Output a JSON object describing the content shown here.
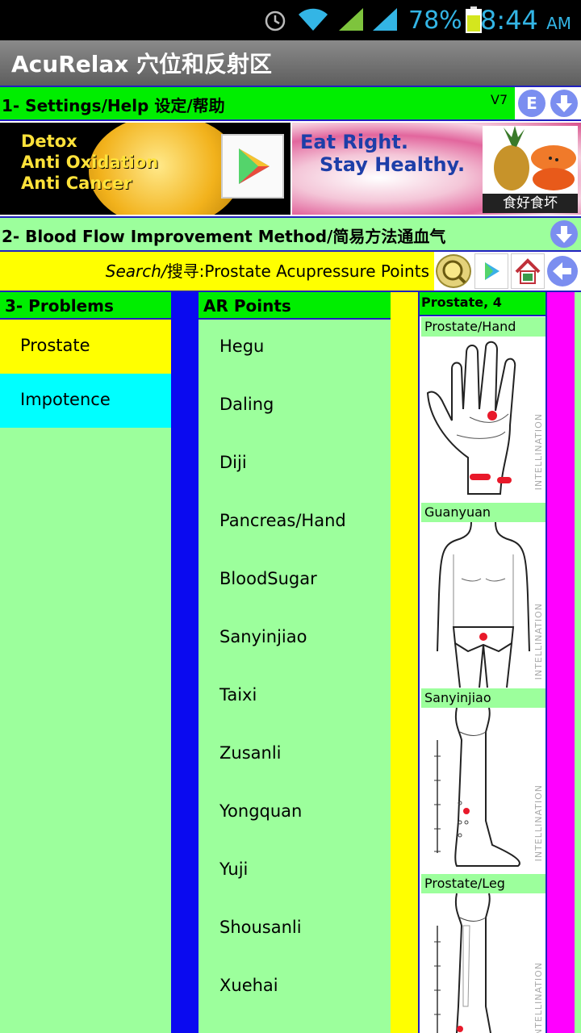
{
  "status_bar": {
    "battery": "78%",
    "time": "8:44",
    "ampm": "AM"
  },
  "app": {
    "title": "AcuRelax 穴位和反射区"
  },
  "section1": {
    "label": "1- Settings/Help 设定/帮助",
    "version": "V7",
    "e_button": "E"
  },
  "ads": {
    "ad1": {
      "line1": "Detox",
      "line2": "Anti Oxidation",
      "line3": "Anti Cancer"
    },
    "ad2": {
      "line1": "Eat Right.",
      "line2": "Stay  Healthy.",
      "caption": "食好食坏"
    }
  },
  "section2": {
    "label": "2- Blood Flow Improvement Method/简易方法通血气"
  },
  "search": {
    "prefix": "Search/",
    "text": "搜寻:Prostate Acupressure Points"
  },
  "problems": {
    "header": "3- Problems",
    "items": [
      {
        "label": "Prostate",
        "color": "#ffff00"
      },
      {
        "label": "Impotence",
        "color": "#00ffff"
      }
    ]
  },
  "points": {
    "header": "AR Points",
    "items": [
      "Hegu",
      "Daling",
      "Diji",
      "Pancreas/Hand",
      "BloodSugar",
      "Sanyinjiao",
      "Taixi",
      "Zusanli",
      "Yongquan",
      "Yuji",
      "Shousanli",
      "Xuehai"
    ]
  },
  "images": {
    "header": "Prostate, 4",
    "watermark": "INTELLINATION",
    "items": [
      {
        "label": "Prostate/Hand"
      },
      {
        "label": "Guanyuan"
      },
      {
        "label": "Sanyinjiao"
      },
      {
        "label": "Prostate/Leg"
      }
    ]
  },
  "colors": {
    "accent_blue": "#33b5e5",
    "header_green": "#00ee00",
    "body_green": "#9cff9c",
    "yellow": "#ffff00",
    "magenta": "#ff00ff",
    "blue": "#0a0af0"
  }
}
